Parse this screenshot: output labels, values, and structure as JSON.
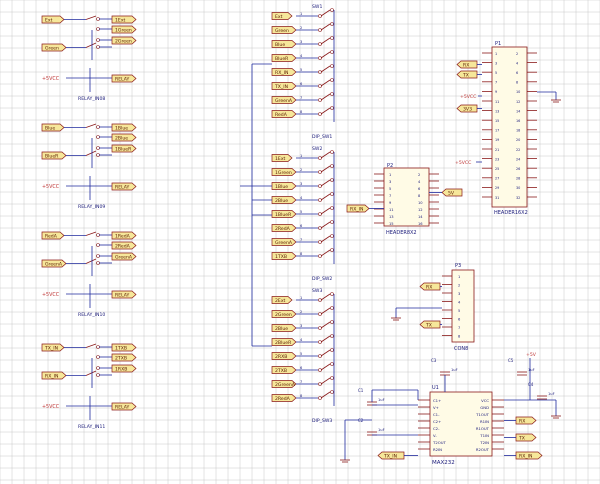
{
  "colors": {
    "background": "#ffffff",
    "grid": "#c8c8c8",
    "wire": "#1f2a9e",
    "component": "#8b1a1a",
    "port_fill": "#f6e79a",
    "port_stroke": "#8b1a1a",
    "text": "#1a1a7a",
    "power": "#c03a3a"
  },
  "relays": [
    {
      "label": "RELAY_IN08",
      "vcc": "+5VCC",
      "inputs": [
        "Ext",
        "Green"
      ],
      "outputs": [
        "1Ext",
        "1Green",
        "2Green",
        "RELAY"
      ]
    },
    {
      "label": "RELAY_IN09",
      "vcc": "+5VCC",
      "inputs": [
        "Blue",
        "BlueR"
      ],
      "outputs": [
        "1Blue",
        "2Blue",
        "1BlueR",
        "RELAY"
      ]
    },
    {
      "label": "RELAY_IN10",
      "vcc": "+5VCC",
      "inputs": [
        "RedA",
        "GreenA"
      ],
      "outputs": [
        "1RedA",
        "2RedA",
        "GreenA",
        "RELAY"
      ]
    },
    {
      "label": "RELAY_IN11",
      "vcc": "+5VCC",
      "inputs": [
        "TX_IN",
        "RX_IN"
      ],
      "outputs": [
        "1TXB",
        "2TXB",
        "1RXB",
        "RELAY"
      ]
    }
  ],
  "switches": [
    {
      "ref": "SW1",
      "name": "DIP_SW1",
      "ports": [
        "Ext",
        "Green",
        "Blue",
        "BlueR",
        "RX_IN",
        "TX_IN",
        "GreenA",
        "RedA"
      ]
    },
    {
      "ref": "SW2",
      "name": "DIP_SW2",
      "ports": [
        "1Ext",
        "1Green",
        "1Blue",
        "2Blue",
        "1BlueR",
        "2RedA",
        "GreenA",
        "1TXB"
      ]
    },
    {
      "ref": "SW3",
      "name": "DIP_SW3",
      "ports": [
        "2Ext",
        "2Green",
        "2Blue",
        "2BlueR",
        "2RXB",
        "2TXB",
        "2GreenA",
        "2RedA"
      ]
    }
  ],
  "headers": [
    {
      "ref": "P1",
      "name": "HEADER16X2",
      "ports": [
        "RX",
        "TX",
        "+5VCC",
        "3V3"
      ]
    },
    {
      "ref": "P2",
      "name": "HEADER8X2",
      "ports": [
        "RX_IN",
        "5V"
      ]
    },
    {
      "ref": "P3",
      "name": "CON8",
      "ports": [
        "RX",
        "TX"
      ]
    }
  ],
  "ic": {
    "ref": "U1",
    "name": "MAX232",
    "left_pins": [
      "C1+",
      "V+",
      "C1-",
      "C2+",
      "C2-",
      "V-",
      "T2OUT",
      "R2IN"
    ],
    "right_pins": [
      "VCC",
      "GND",
      "T1OUT",
      "R1IN",
      "R1OUT",
      "T1IN",
      "T2IN",
      "R2OUT"
    ],
    "caps": [
      "C1",
      "C2",
      "C3",
      "C4",
      "C5"
    ],
    "cap_values": [
      "1uF",
      "1uF",
      "1uF",
      "1uF",
      "1uF"
    ],
    "ports": [
      "TX_IN",
      "RX",
      "TX",
      "RX_IN"
    ],
    "vcc": "+5V"
  }
}
